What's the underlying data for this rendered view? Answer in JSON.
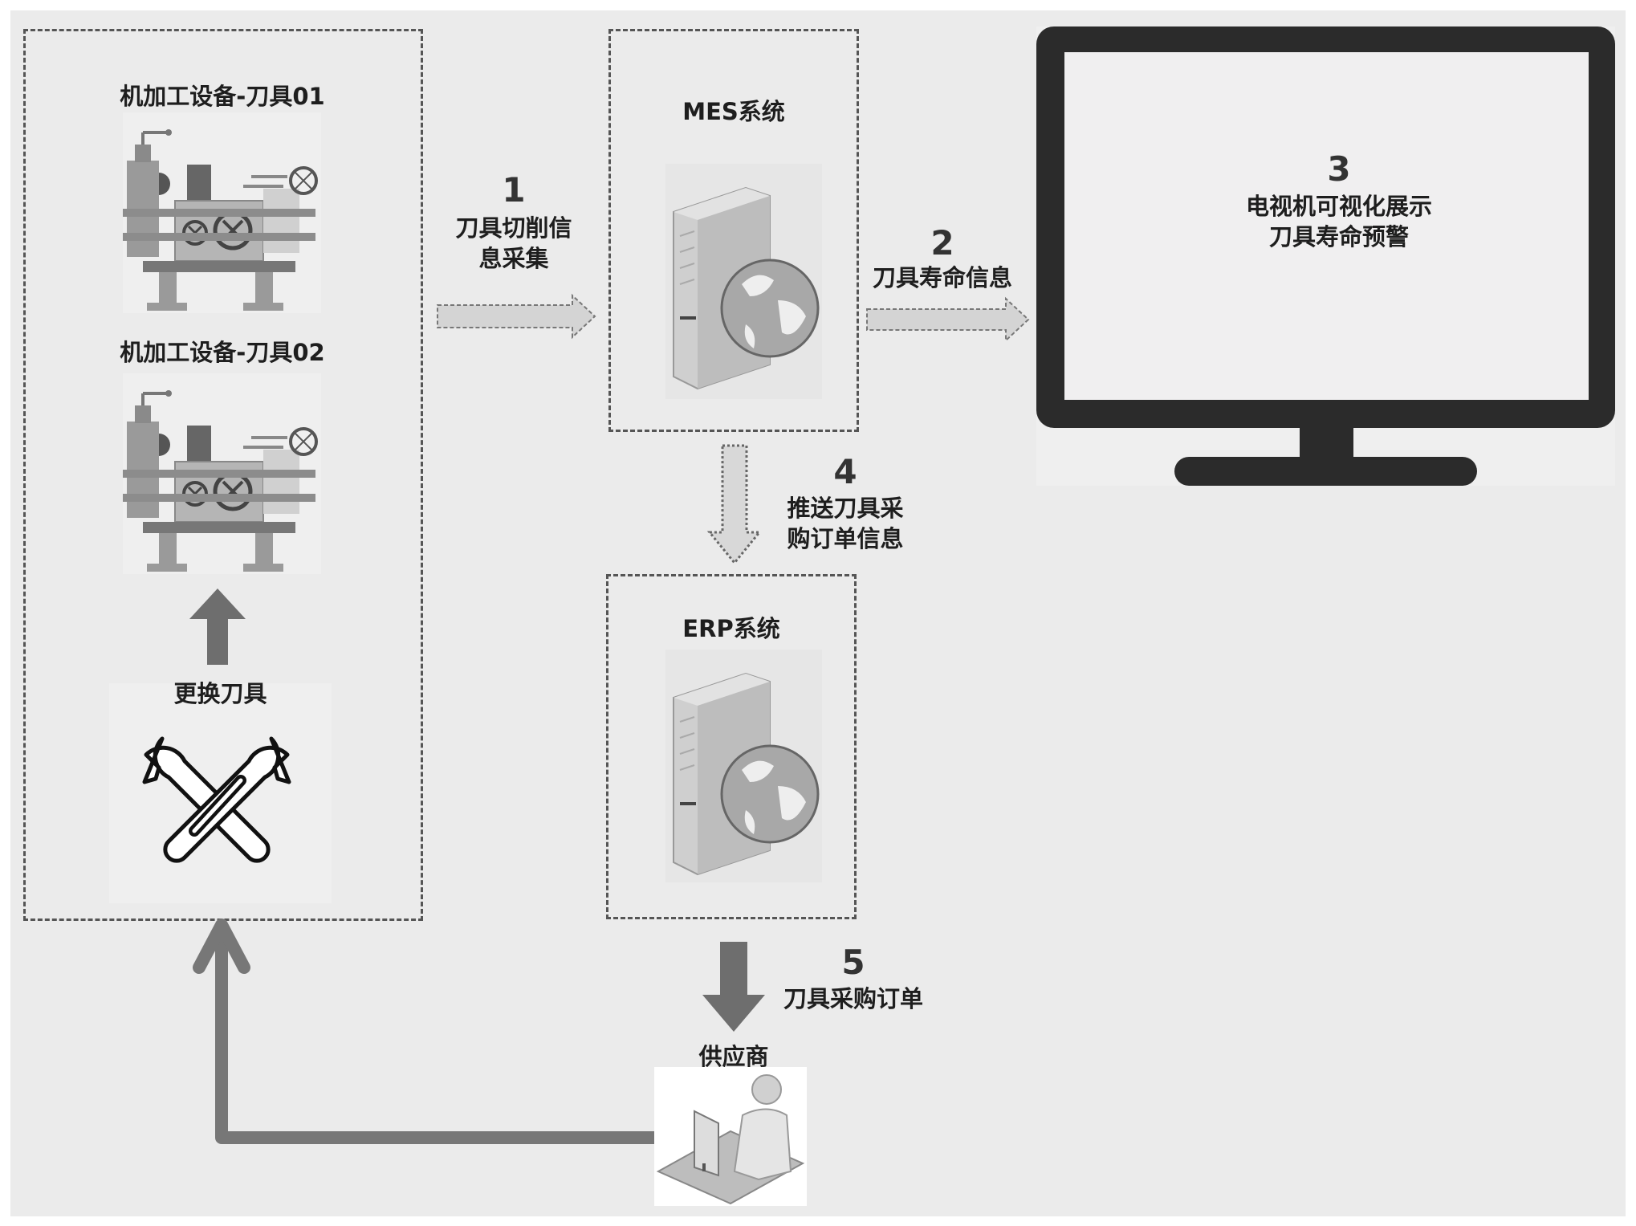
{
  "equipment": {
    "machine1_label": "机加工设备-刀具01",
    "machine2_label": "机加工设备-刀具02",
    "replace_tool_label": "更换刀具"
  },
  "flows": [
    {
      "number": "1",
      "label_line1": "刀具切削信",
      "label_line2": "息采集"
    },
    {
      "number": "2",
      "label_line1": "刀具寿命信息"
    },
    {
      "number": "3",
      "label_line1": "电视机可视化展示",
      "label_line2": "刀具寿命预警"
    },
    {
      "number": "4",
      "label_line1": "推送刀具采",
      "label_line2": "购订单信息"
    },
    {
      "number": "5",
      "label_line1": "刀具采购订单"
    }
  ],
  "systems": {
    "mes_label": "MES系统",
    "erp_label": "ERP系统",
    "supplier_label": "供应商"
  },
  "colors": {
    "background": "#ebebeb",
    "dashed_border": "#555555",
    "arrow_gray": "#777777",
    "monitor_frame": "#2b2b2b"
  }
}
